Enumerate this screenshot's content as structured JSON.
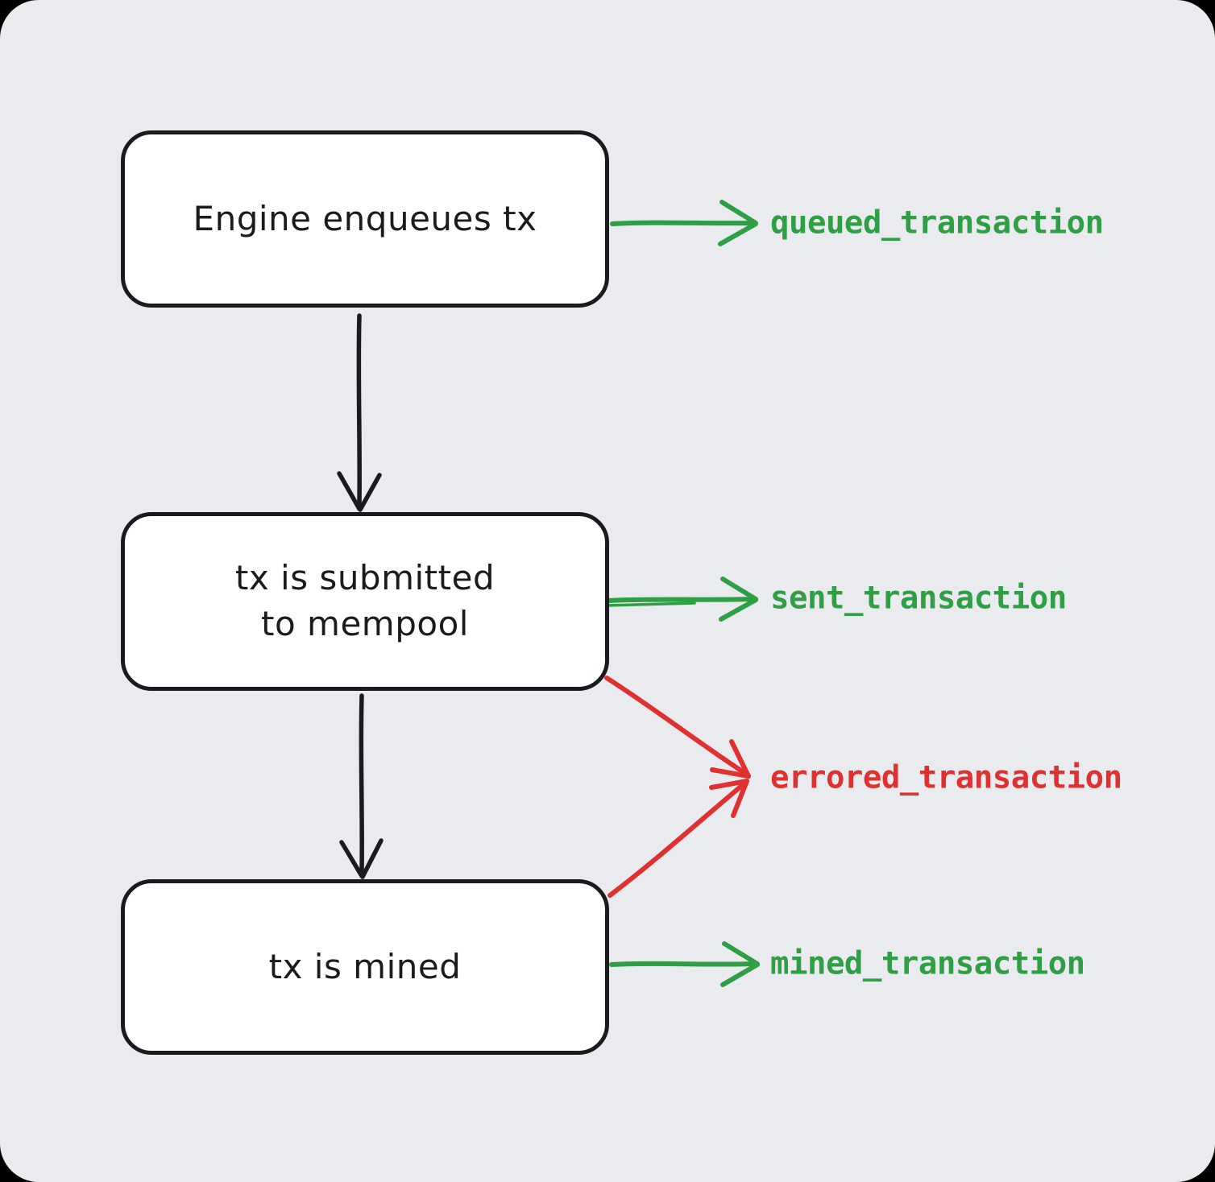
{
  "canvas": {
    "background_color": "#e9ebee",
    "outside_color": "#000000",
    "node_stroke_color": "#1b1b1f",
    "node_fill_color": "#ffffff",
    "event_green_color": "#2f9e44",
    "error_red_color": "#e03131"
  },
  "nodes": [
    {
      "label": "Engine enqueues tx"
    },
    {
      "label": "tx is submitted\nto mempool"
    },
    {
      "label": "tx is mined"
    }
  ],
  "events": [
    {
      "label": "queued_transaction",
      "color": "#2f9e44"
    },
    {
      "label": "sent_transaction",
      "color": "#2f9e44"
    },
    {
      "label": "errored_transaction",
      "color": "#e03131"
    },
    {
      "label": "mined_transaction",
      "color": "#2f9e44"
    }
  ],
  "edges": [
    {
      "from": "Engine enqueues tx",
      "to": "tx is submitted to mempool",
      "type": "flow",
      "color": "#1b1b1f"
    },
    {
      "from": "tx is submitted to mempool",
      "to": "tx is mined",
      "type": "flow",
      "color": "#1b1b1f"
    },
    {
      "from": "Engine enqueues tx",
      "to": "queued_transaction",
      "type": "event",
      "color": "#2f9e44"
    },
    {
      "from": "tx is submitted to mempool",
      "to": "sent_transaction",
      "type": "event",
      "color": "#2f9e44"
    },
    {
      "from": "tx is submitted to mempool",
      "to": "errored_transaction",
      "type": "error",
      "color": "#e03131"
    },
    {
      "from": "tx is mined",
      "to": "errored_transaction",
      "type": "error",
      "color": "#e03131"
    },
    {
      "from": "tx is mined",
      "to": "mined_transaction",
      "type": "event",
      "color": "#2f9e44"
    }
  ]
}
